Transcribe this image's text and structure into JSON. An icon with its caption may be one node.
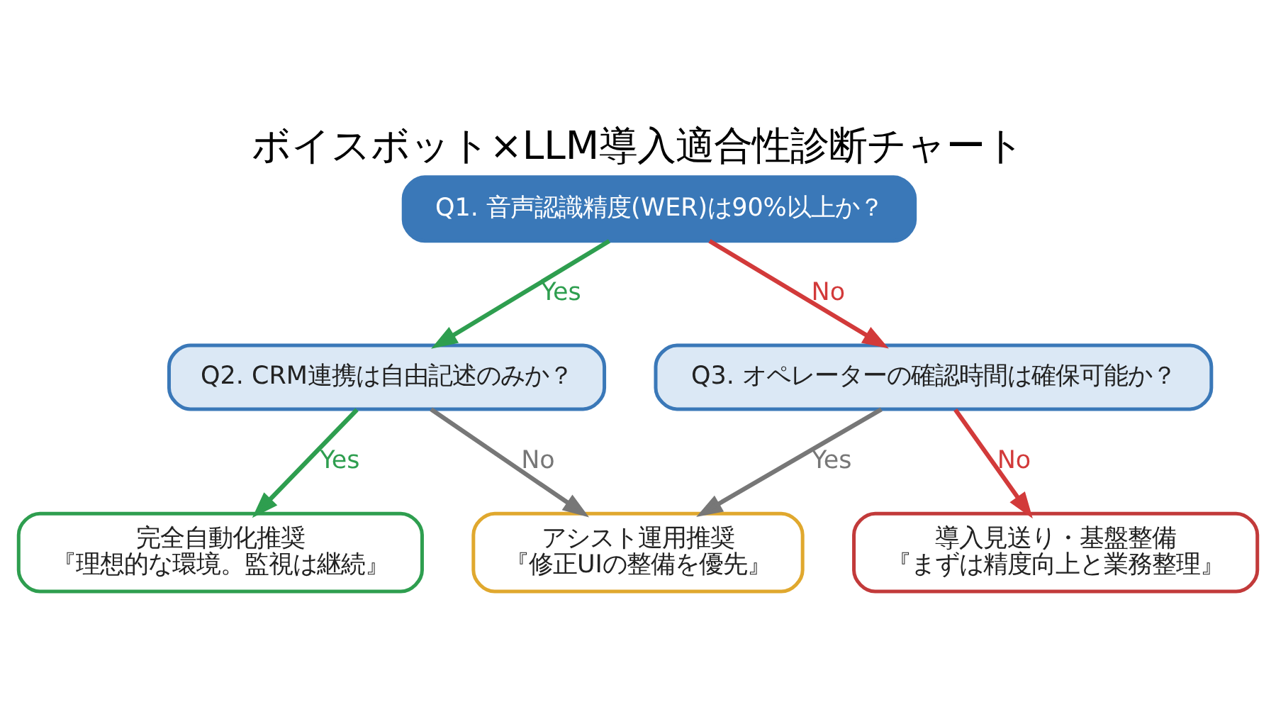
{
  "diagram": {
    "title": "ボイスボット×LLM導入適合性診断チャート",
    "nodes": [
      {
        "text": [
          "Q1. 音声認識精度(WER)は90%以上か？"
        ]
      },
      {
        "text": [
          "Q2. CRM連携は自由記述のみか？"
        ]
      },
      {
        "text": [
          "Q3. オペレーターの確認時間は確保可能か？"
        ]
      },
      {
        "text": [
          "完全自動化推奨",
          "『理想的な環境。監視は継続』"
        ]
      },
      {
        "text": [
          "アシスト運用推奨",
          "『修正UIの整備を優先』"
        ]
      },
      {
        "text": [
          "導入見送り・基盤整備",
          "『まずは精度向上と業務整理』"
        ]
      }
    ],
    "edges": [
      {
        "from": 0,
        "to": 1,
        "arrow": "to",
        "label": "Yes",
        "color": "#2e9e4f"
      },
      {
        "from": 0,
        "to": 2,
        "arrow": "to",
        "label": "No",
        "color": "#d23a3a"
      },
      {
        "from": 1,
        "to": 3,
        "arrow": "to",
        "label": "Yes",
        "color": "#2e9e4f"
      },
      {
        "from": 1,
        "to": 4,
        "arrow": "to",
        "label": "No",
        "color": "#777777"
      },
      {
        "from": 2,
        "to": 4,
        "arrow": "to",
        "label": "Yes",
        "color": "#777777"
      },
      {
        "from": 2,
        "to": 5,
        "arrow": "to",
        "label": "No",
        "color": "#d23a3a"
      }
    ]
  }
}
